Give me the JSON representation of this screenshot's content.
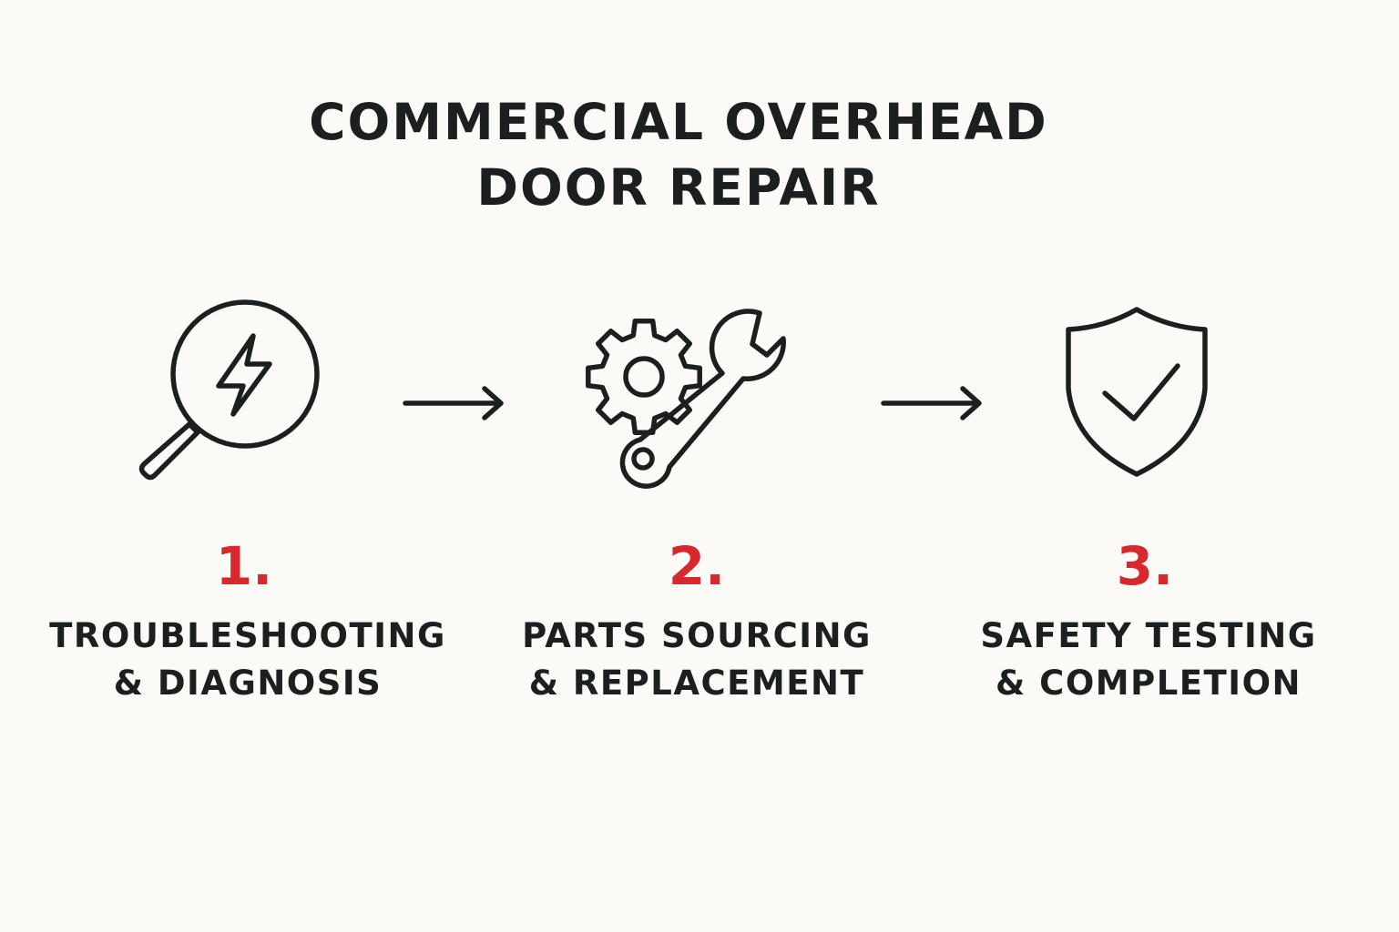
{
  "title": {
    "line1": "COMMERCIAL OVERHEAD",
    "line2": "DOOR REPAIR"
  },
  "colors": {
    "ink": "#1c1f20",
    "accent": "#d6282d",
    "background": "#fbfaf6"
  },
  "steps": [
    {
      "number": "1.",
      "label_line1": "TROUBLESHOOTING",
      "label_line2": "& DIAGNOSIS",
      "icon": "magnifier-lightning-icon"
    },
    {
      "number": "2.",
      "label_line1": "PARTS SOURCING",
      "label_line2": "& REPLACEMENT",
      "icon": "gear-wrench-icon"
    },
    {
      "number": "3.",
      "label_line1": "SAFETY TESTING",
      "label_line2": "& COMPLETION",
      "icon": "shield-check-icon"
    }
  ]
}
